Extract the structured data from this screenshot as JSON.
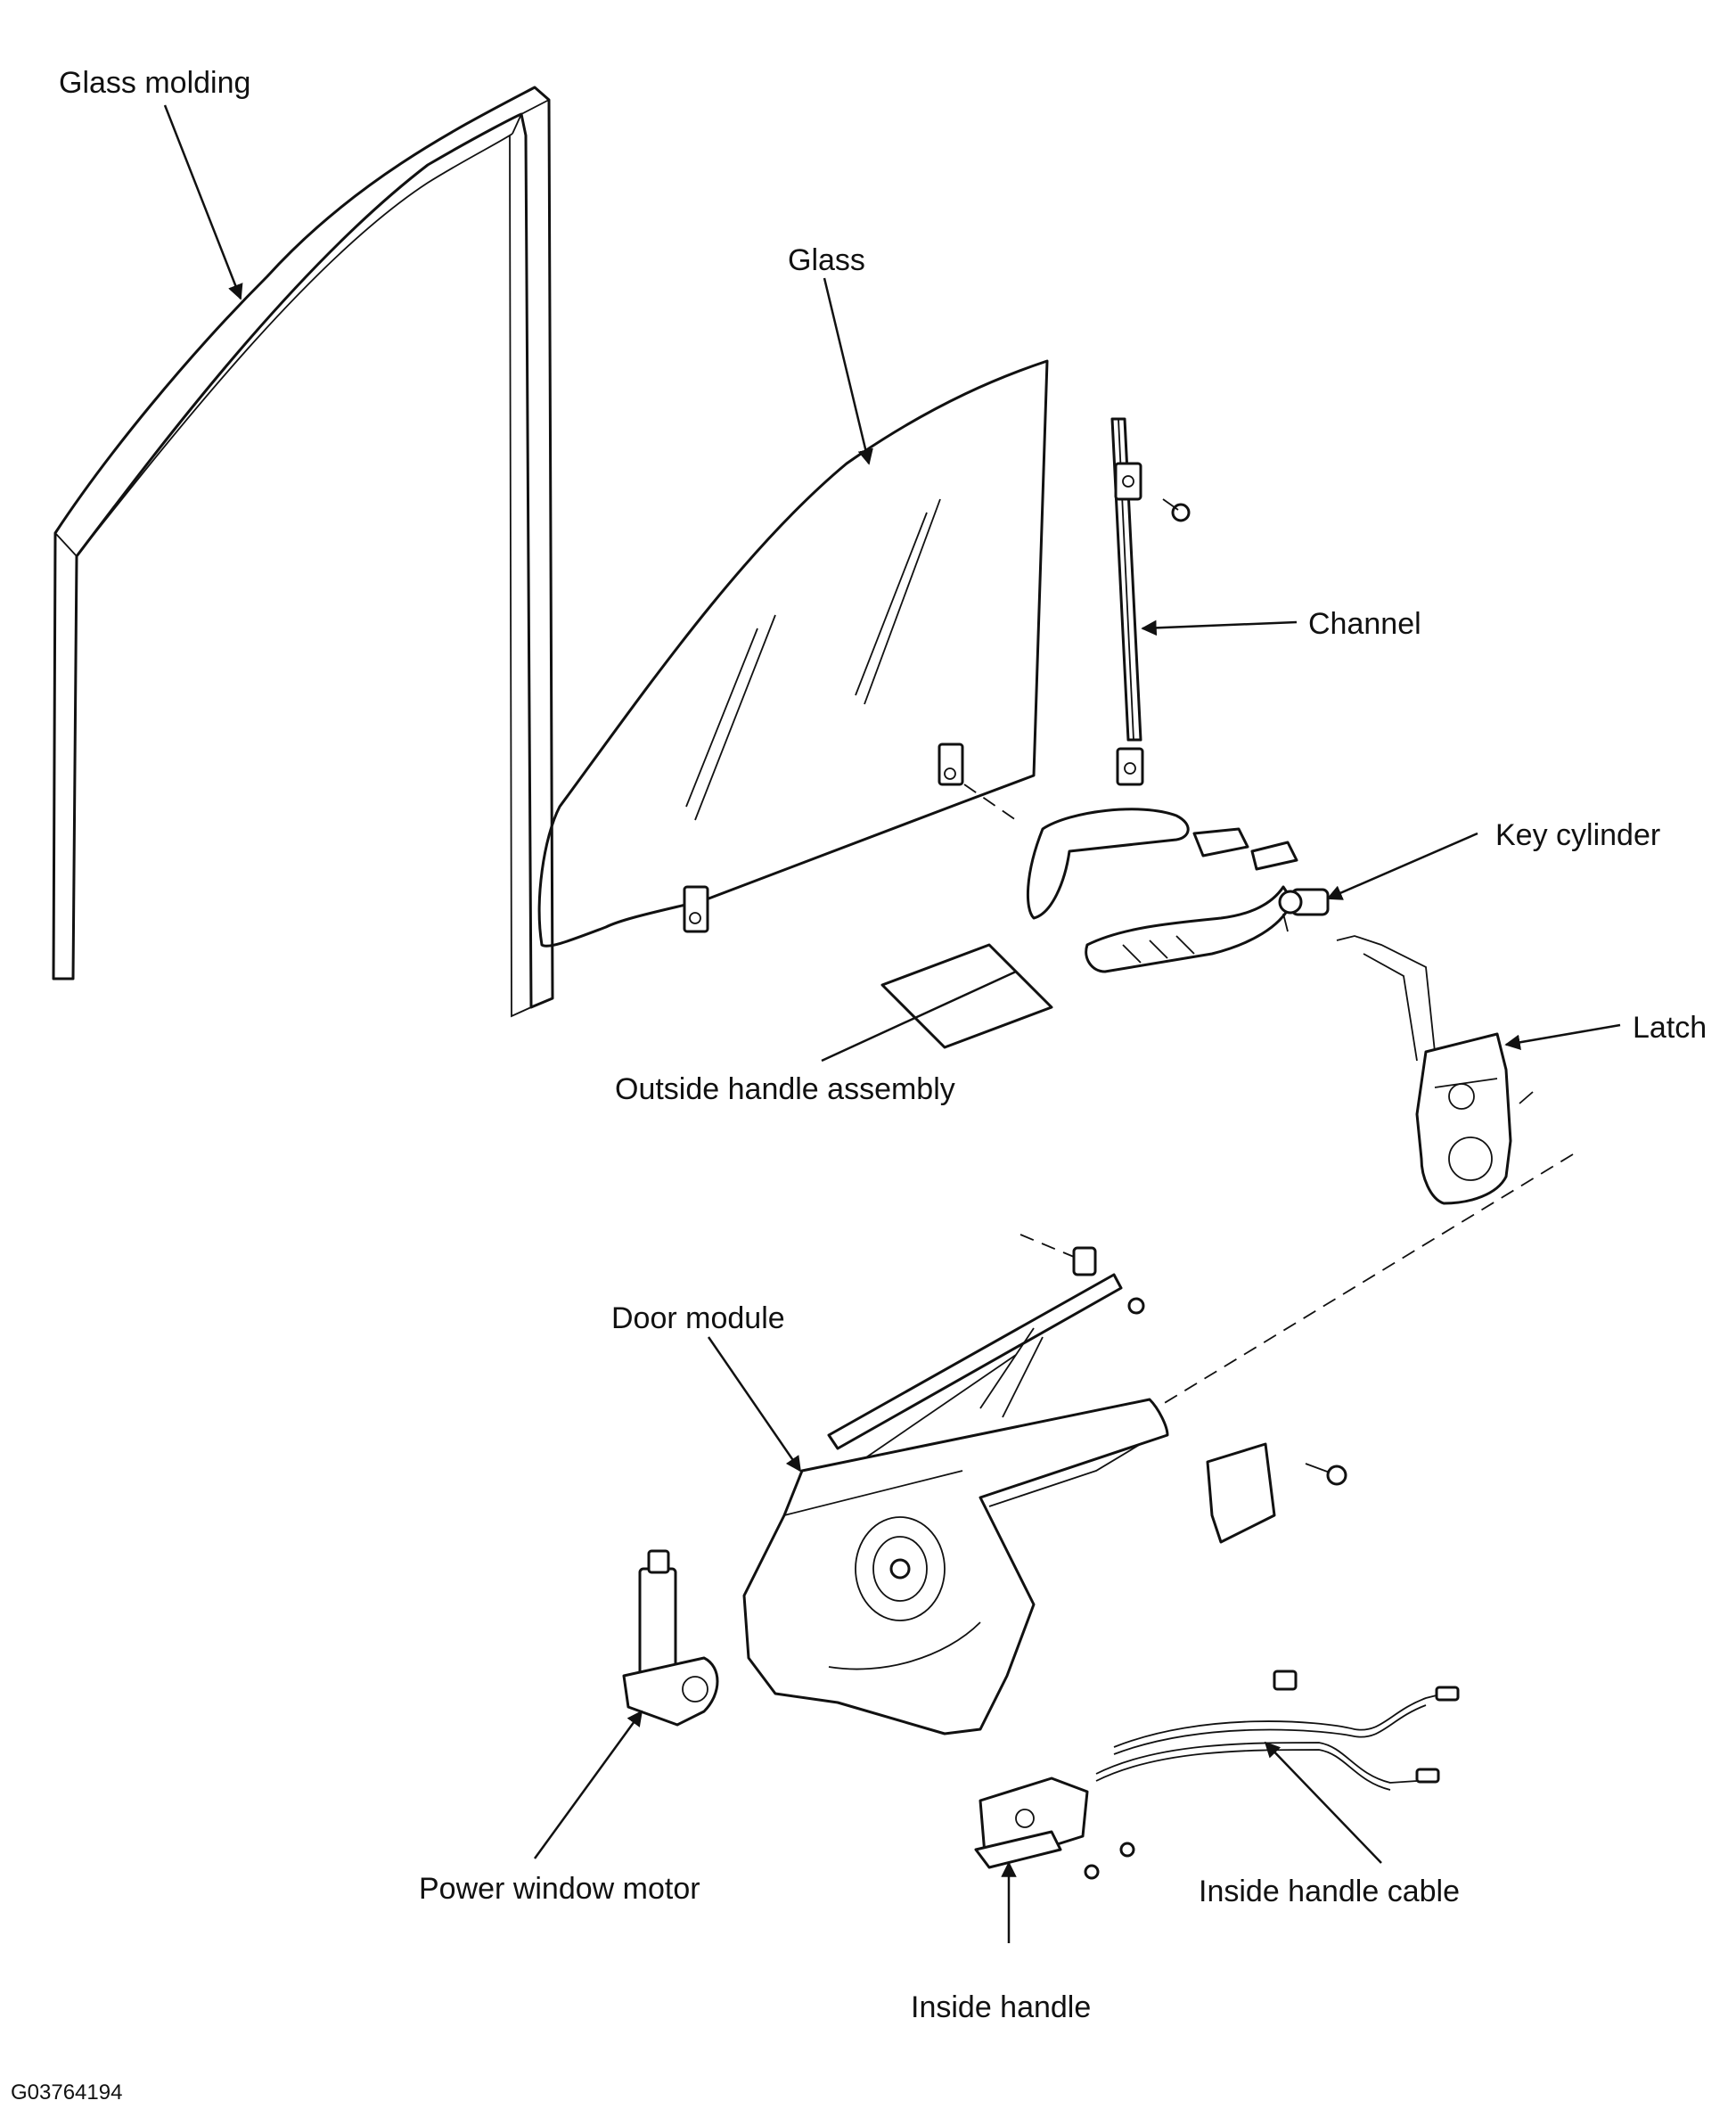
{
  "labels": {
    "glass_molding": "Glass molding",
    "glass": "Glass",
    "channel": "Channel",
    "key_cylinder": "Key cylinder",
    "latch": "Latch",
    "outside_handle_assembly": "Outside handle assembly",
    "door_module": "Door module",
    "power_window_motor": "Power window motor",
    "inside_handle_cable": "Inside handle cable",
    "inside_handle": "Inside handle"
  },
  "figure_id": "G03764194"
}
